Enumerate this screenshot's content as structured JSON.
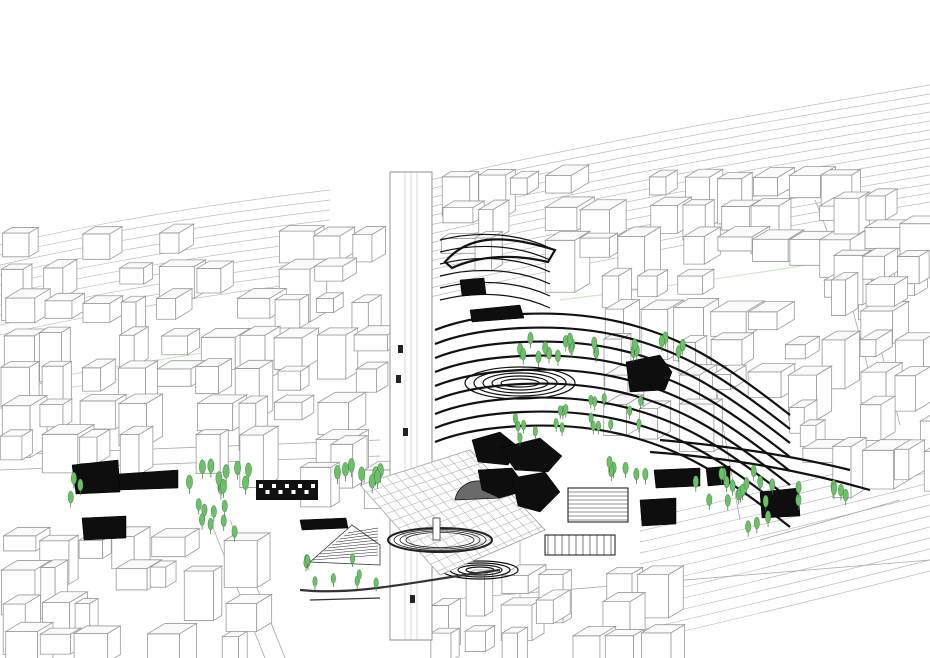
{
  "diagram": {
    "kind": "axonometric urban masterplan drawing",
    "colors": {
      "background": "#ffffff",
      "building_outline": "#9a9a9a",
      "proposed_mass": "#0e0e0e",
      "vegetation": "#6dbf6a",
      "vegetation_outline": "#2f7a33",
      "context_lines": "#bdbdbd"
    },
    "layers": [
      {
        "id": "terrain",
        "label": ""
      },
      {
        "id": "context-buildings",
        "label": ""
      },
      {
        "id": "highway",
        "label": ""
      },
      {
        "id": "park-topography",
        "label": ""
      },
      {
        "id": "plaza",
        "label": ""
      },
      {
        "id": "proposed-buildings",
        "label": ""
      },
      {
        "id": "trees",
        "label": ""
      }
    ]
  }
}
